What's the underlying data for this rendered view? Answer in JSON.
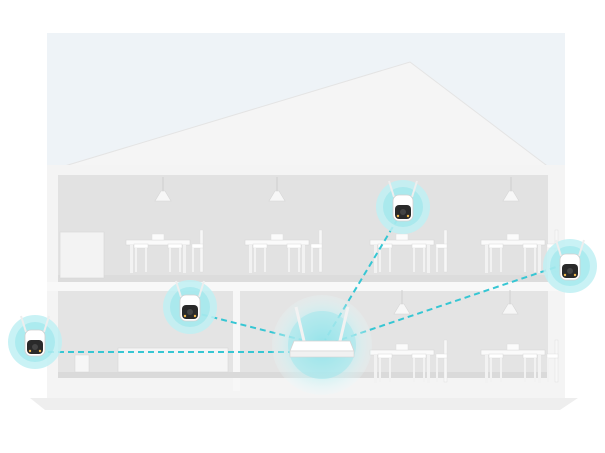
{
  "scene": {
    "subject": "house-network-diagram",
    "icons": [
      "house",
      "wifi-router",
      "security-camera",
      "connection-line",
      "pendant-lamp",
      "dining-table",
      "chair"
    ]
  },
  "colors": {
    "background": "#ffffff",
    "backdrop": "#eef3f7",
    "wall": "#f4f4f4",
    "room": "#e3e3e3",
    "accent": "#36c6d3",
    "glow": "#bff0f3",
    "camera_body": "#ffffff",
    "camera_face": "#2a2a2a"
  },
  "devices": {
    "router_count": 1,
    "camera_count": 4
  }
}
